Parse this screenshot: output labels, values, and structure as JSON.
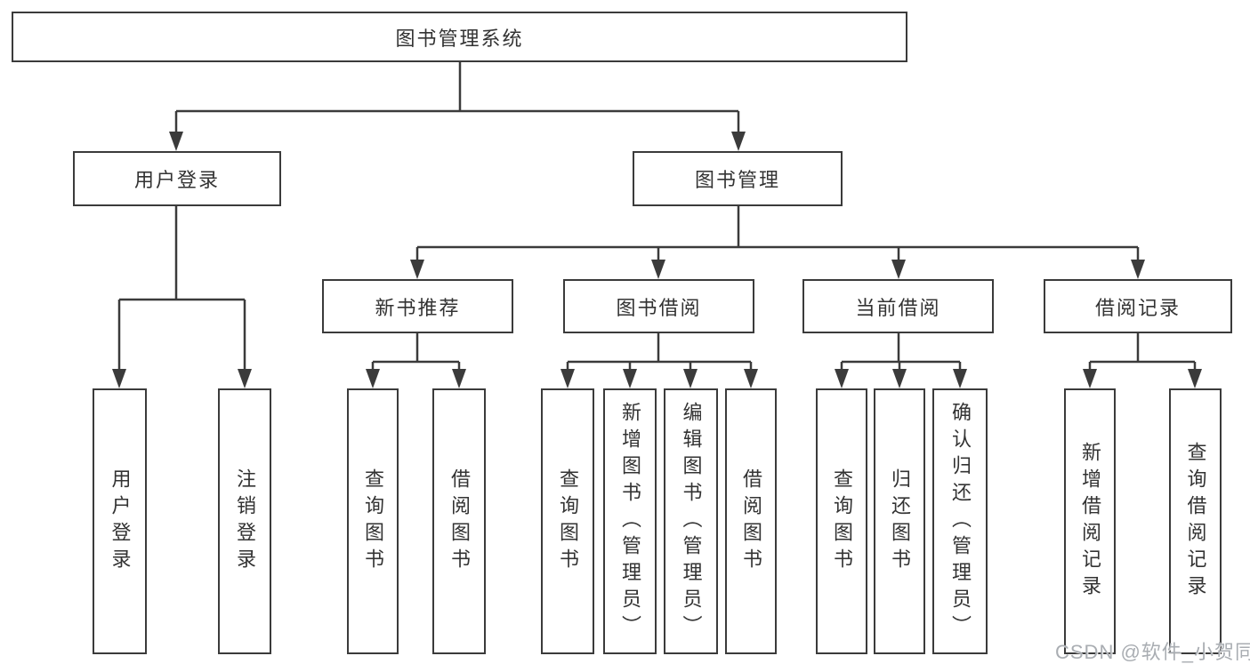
{
  "diagram": {
    "root_label": "图书管理系统",
    "branches": [
      {
        "label": "用户登录",
        "children": [
          {
            "label": "用户登录"
          },
          {
            "label": "注销登录"
          }
        ]
      },
      {
        "label": "图书管理",
        "sections": [
          {
            "label": "新书推荐",
            "children": [
              {
                "label": "查询图书"
              },
              {
                "label": "借阅图书"
              }
            ]
          },
          {
            "label": "图书借阅",
            "children": [
              {
                "label": "查询图书"
              },
              {
                "label": "新增图书（管理员）"
              },
              {
                "label": "编辑图书（管理员）"
              },
              {
                "label": "借阅图书"
              }
            ]
          },
          {
            "label": "当前借阅",
            "children": [
              {
                "label": "查询图书"
              },
              {
                "label": "归还图书"
              },
              {
                "label": "确认归还（管理员）"
              }
            ]
          },
          {
            "label": "借阅记录",
            "children": [
              {
                "label": "新增借阅记录"
              },
              {
                "label": "查询借阅记录"
              }
            ]
          }
        ]
      }
    ],
    "watermark": "CSDN @软件_小贺同学",
    "colors": {
      "line": "#3b3b3b",
      "box_border": "#3b3b3b",
      "text": "#333333",
      "watermark": "#a9adb2",
      "background": "#ffffff"
    }
  }
}
